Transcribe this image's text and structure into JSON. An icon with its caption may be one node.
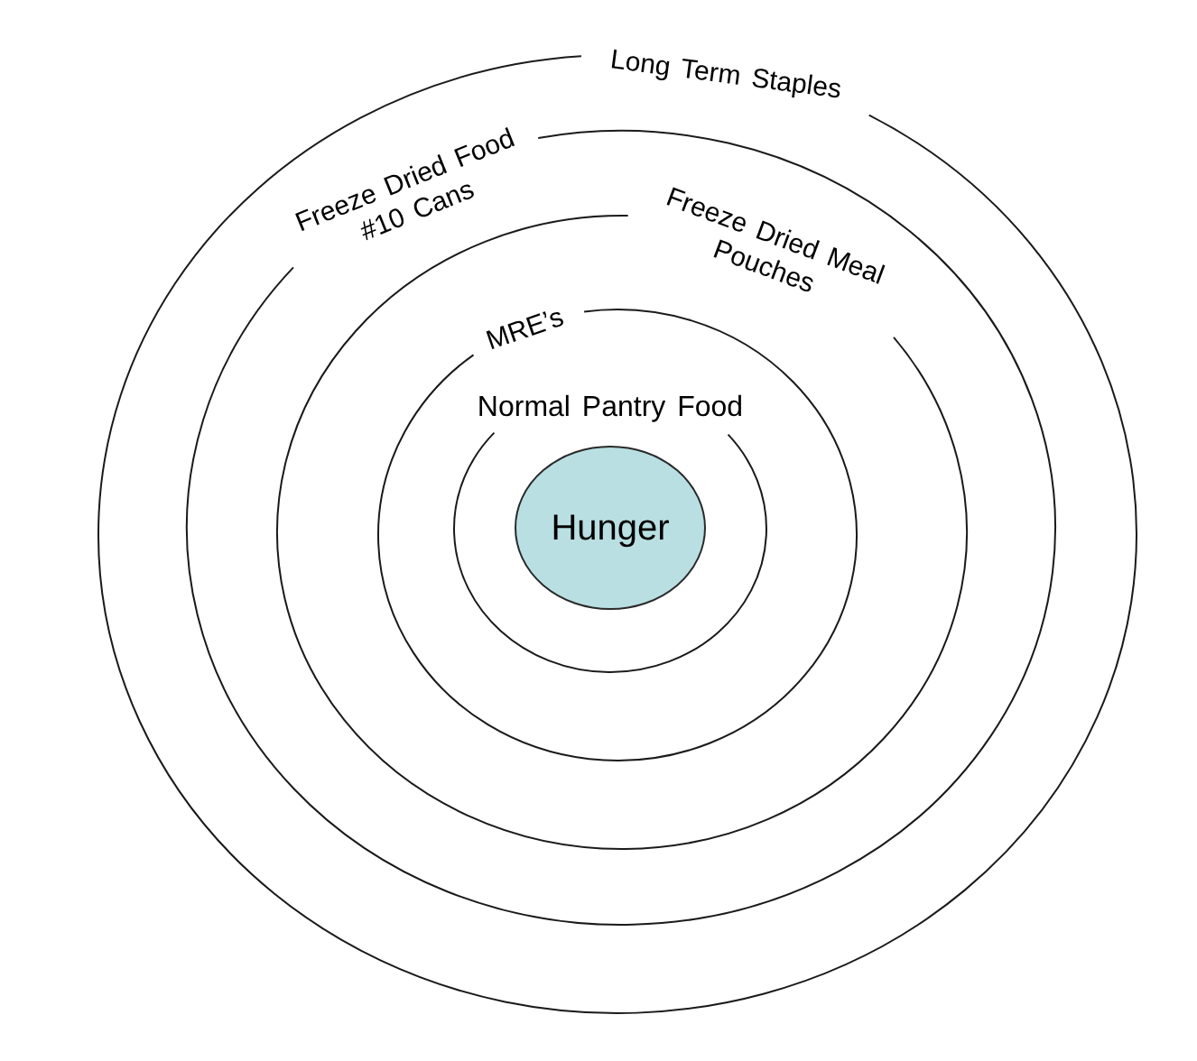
{
  "diagram": {
    "nodes": [
      {
        "text": [
          "Long Term Staples"
        ]
      },
      {
        "text": [
          "Freeze Dried Food #10 Cans"
        ],
        "in": 0
      },
      {
        "text": [
          "Freeze Dried Meal Pouches"
        ],
        "in": 1
      },
      {
        "text": [
          "MRE’s"
        ],
        "in": 2
      },
      {
        "text": [
          "Normal Pantry Food"
        ],
        "in": 3
      },
      {
        "text": [
          "Hunger"
        ],
        "in": 4
      }
    ]
  }
}
